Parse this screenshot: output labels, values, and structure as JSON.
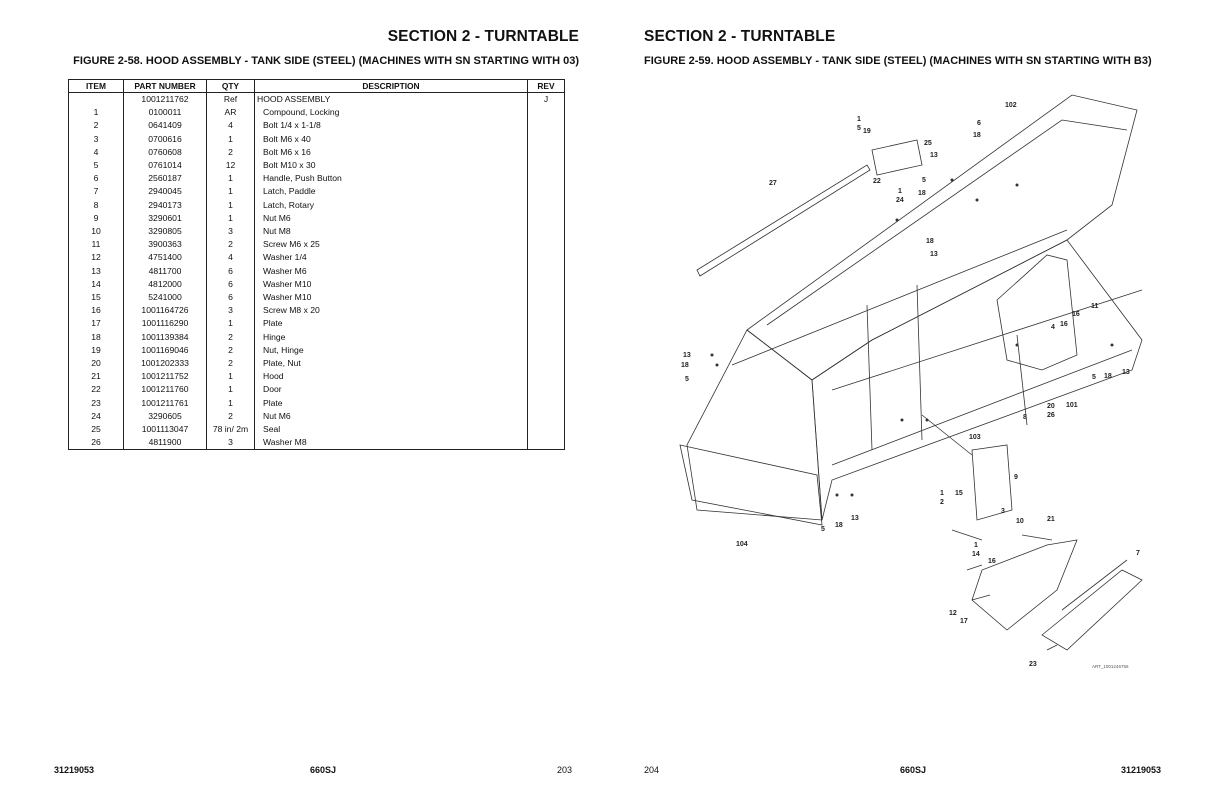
{
  "left_page": {
    "section_title": "SECTION 2 - TURNTABLE",
    "figure_title": "FIGURE 2-58. HOOD ASSEMBLY - TANK SIDE (STEEL) (MACHINES WITH SN STARTING WITH 03)",
    "table": {
      "headers": [
        "ITEM",
        "PART NUMBER",
        "QTY",
        "DESCRIPTION",
        "REV"
      ],
      "rows": [
        {
          "item": "",
          "part": "1001211762",
          "qty": "Ref",
          "desc": "HOOD ASSEMBLY",
          "rev": "J"
        },
        {
          "item": "1",
          "part": "0100011",
          "qty": "AR",
          "desc": "Compound, Locking",
          "rev": ""
        },
        {
          "item": "2",
          "part": "0641409",
          "qty": "4",
          "desc": "Bolt 1/4 x 1-1/8",
          "rev": ""
        },
        {
          "item": "3",
          "part": "0700616",
          "qty": "1",
          "desc": "Bolt M6 x 40",
          "rev": ""
        },
        {
          "item": "4",
          "part": "0760608",
          "qty": "2",
          "desc": "Bolt M6 x 16",
          "rev": ""
        },
        {
          "item": "5",
          "part": "0761014",
          "qty": "12",
          "desc": "Bolt M10 x 30",
          "rev": ""
        },
        {
          "item": "6",
          "part": "2560187",
          "qty": "1",
          "desc": "Handle, Push Button",
          "rev": ""
        },
        {
          "item": "7",
          "part": "2940045",
          "qty": "1",
          "desc": "Latch, Paddle",
          "rev": ""
        },
        {
          "item": "8",
          "part": "2940173",
          "qty": "1",
          "desc": "Latch, Rotary",
          "rev": ""
        },
        {
          "item": "9",
          "part": "3290601",
          "qty": "1",
          "desc": "Nut M6",
          "rev": ""
        },
        {
          "item": "10",
          "part": "3290805",
          "qty": "3",
          "desc": "Nut M8",
          "rev": ""
        },
        {
          "item": "11",
          "part": "3900363",
          "qty": "2",
          "desc": "Screw M6 x 25",
          "rev": ""
        },
        {
          "item": "12",
          "part": "4751400",
          "qty": "4",
          "desc": "Washer 1/4",
          "rev": ""
        },
        {
          "item": "13",
          "part": "4811700",
          "qty": "6",
          "desc": "Washer M6",
          "rev": ""
        },
        {
          "item": "14",
          "part": "4812000",
          "qty": "6",
          "desc": "Washer M10",
          "rev": ""
        },
        {
          "item": "15",
          "part": "5241000",
          "qty": "6",
          "desc": "Washer M10",
          "rev": ""
        },
        {
          "item": "16",
          "part": "1001164726",
          "qty": "3",
          "desc": "Screw M8 x 20",
          "rev": ""
        },
        {
          "item": "17",
          "part": "1001116290",
          "qty": "1",
          "desc": "Plate",
          "rev": ""
        },
        {
          "item": "18",
          "part": "1001139384",
          "qty": "2",
          "desc": "Hinge",
          "rev": ""
        },
        {
          "item": "19",
          "part": "1001169046",
          "qty": "2",
          "desc": "Nut, Hinge",
          "rev": ""
        },
        {
          "item": "20",
          "part": "1001202333",
          "qty": "2",
          "desc": "Plate, Nut",
          "rev": ""
        },
        {
          "item": "21",
          "part": "1001211752",
          "qty": "1",
          "desc": "Hood",
          "rev": ""
        },
        {
          "item": "22",
          "part": "1001211760",
          "qty": "1",
          "desc": "Door",
          "rev": ""
        },
        {
          "item": "23",
          "part": "1001211761",
          "qty": "1",
          "desc": "Plate",
          "rev": ""
        },
        {
          "item": "24",
          "part": "3290605",
          "qty": "2",
          "desc": "Nut M6",
          "rev": ""
        },
        {
          "item": "25",
          "part": "1001113047",
          "qty": "78 in/ 2m",
          "desc": "Seal",
          "rev": ""
        },
        {
          "item": "26",
          "part": "4811900",
          "qty": "3",
          "desc": "Washer M8",
          "rev": ""
        }
      ]
    },
    "footer": {
      "doc_number": "31219053",
      "model": "660SJ",
      "page": "203"
    }
  },
  "right_page": {
    "section_title": "SECTION 2 - TURNTABLE",
    "figure_title": "FIGURE 2-59. HOOD ASSEMBLY - TANK SIDE (STEEL) (MACHINES WITH SN STARTING WITH B3)",
    "art_id": "ART_1001246756",
    "callouts": [
      "102",
      "1",
      "5",
      "19",
      "6",
      "18",
      "25",
      "13",
      "27",
      "22",
      "1",
      "24",
      "5",
      "18",
      "18",
      "13",
      "11",
      "16",
      "4",
      "16",
      "13",
      "18",
      "5",
      "5",
      "18",
      "13",
      "8",
      "20",
      "26",
      "101",
      "103",
      "9",
      "1",
      "2",
      "15",
      "3",
      "10",
      "21",
      "13",
      "5",
      "18",
      "104",
      "1",
      "14",
      "16",
      "7",
      "12",
      "17",
      "23"
    ],
    "footer": {
      "page": "204",
      "model": "660SJ",
      "doc_number": "31219053"
    }
  }
}
